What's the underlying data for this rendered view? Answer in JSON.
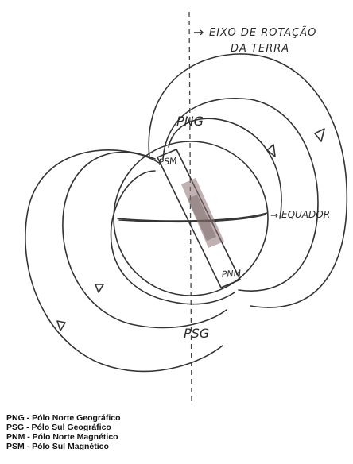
{
  "annotations": {
    "axis_label_line1": "EIXO DE ROTAÇÃO",
    "axis_label_line2": "DA TERRA",
    "equator_label": "EQUADOR",
    "png_label": "PNG",
    "psg_label": "PSG",
    "psm_label": "PSM",
    "pnm_label": "PNM"
  },
  "legend": [
    "PNG - Pólo Norte Geográfico",
    "PSG - Pólo Sul Geográfico",
    "PNM  - Pólo Norte Magnético",
    "PSM - Pólo Sul Magnético"
  ]
}
